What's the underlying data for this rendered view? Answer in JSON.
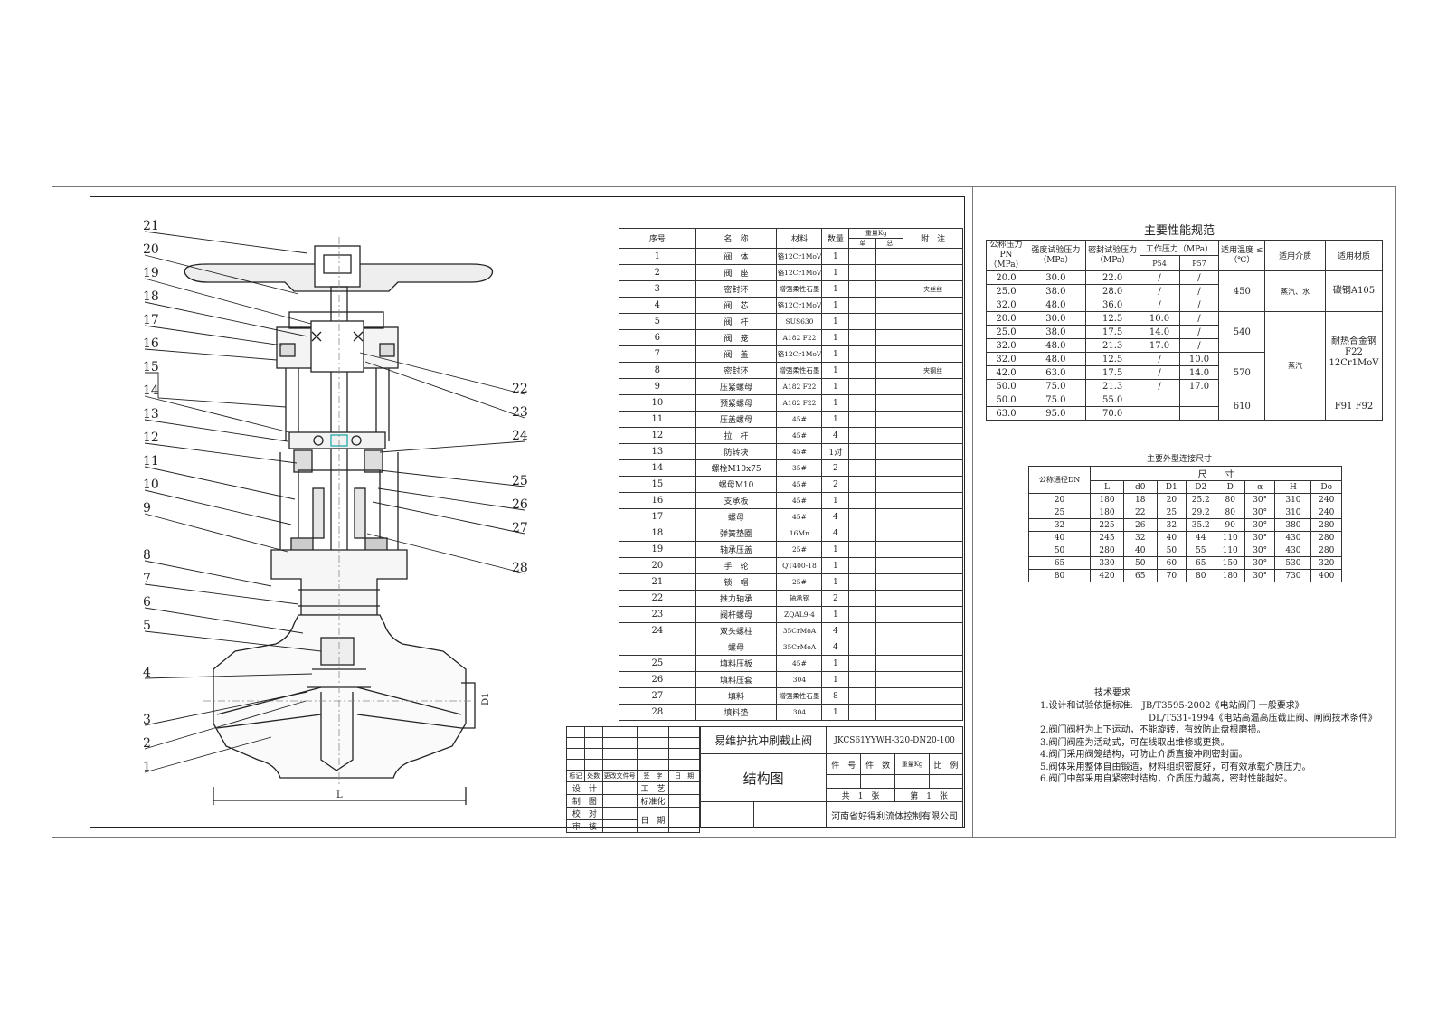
{
  "drawing": {
    "title": "结构图",
    "product_name": "易维护抗冲刷截止阀",
    "model": "JKCS61YYWH-320-DN20-100",
    "company": "河南省好得利流体控制有限公司",
    "dim_L": "L",
    "dim_D1": "D1",
    "callouts_left": [
      "21",
      "20",
      "19",
      "18",
      "17",
      "16",
      "15",
      "14",
      "13",
      "12",
      "11",
      "10",
      "9",
      "8",
      "7",
      "6",
      "5",
      "4",
      "3",
      "2",
      "1"
    ],
    "callouts_right": [
      "22",
      "23",
      "24",
      "25",
      "26",
      "27",
      "28"
    ]
  },
  "bom": {
    "headers": {
      "no": "序号",
      "name": "名　称",
      "material": "材料",
      "qty": "数量",
      "weight": "重量Kg",
      "single": "单",
      "total": "总",
      "note": "附　注"
    },
    "rows": [
      {
        "no": "1",
        "name": "阀　体",
        "material": "铬12Cr1MoV",
        "qty": "1",
        "note": ""
      },
      {
        "no": "2",
        "name": "阀　座",
        "material": "铬12Cr1MoV",
        "qty": "1",
        "note": ""
      },
      {
        "no": "3",
        "name": "密封环",
        "material": "增强柔性石墨",
        "qty": "1",
        "note": "夹丝丝"
      },
      {
        "no": "4",
        "name": "阀　芯",
        "material": "铬12Cr1MoV",
        "qty": "1",
        "note": ""
      },
      {
        "no": "5",
        "name": "阀　杆",
        "material": "SUS630",
        "qty": "1",
        "note": ""
      },
      {
        "no": "6",
        "name": "阀　笼",
        "material": "A182 F22",
        "qty": "1",
        "note": ""
      },
      {
        "no": "7",
        "name": "阀　盖",
        "material": "铬12Cr1MoV",
        "qty": "1",
        "note": ""
      },
      {
        "no": "8",
        "name": "密封环",
        "material": "增强柔性石墨",
        "qty": "1",
        "note": "夹钢丝"
      },
      {
        "no": "9",
        "name": "压紧螺母",
        "material": "A182 F22",
        "qty": "1",
        "note": ""
      },
      {
        "no": "10",
        "name": "预紧螺母",
        "material": "A182 F22",
        "qty": "1",
        "note": ""
      },
      {
        "no": "11",
        "name": "压盖螺母",
        "material": "45#",
        "qty": "1",
        "note": ""
      },
      {
        "no": "12",
        "name": "拉　杆",
        "material": "45#",
        "qty": "4",
        "note": ""
      },
      {
        "no": "13",
        "name": "防转块",
        "material": "45#",
        "qty": "1对",
        "note": ""
      },
      {
        "no": "14",
        "name": "螺栓M10x75",
        "material": "35#",
        "qty": "2",
        "note": ""
      },
      {
        "no": "15",
        "name": "螺母M10",
        "material": "45#",
        "qty": "2",
        "note": ""
      },
      {
        "no": "16",
        "name": "支承板",
        "material": "45#",
        "qty": "1",
        "note": ""
      },
      {
        "no": "17",
        "name": "螺母",
        "material": "45#",
        "qty": "4",
        "note": ""
      },
      {
        "no": "18",
        "name": "弹簧垫圈",
        "material": "16Mn",
        "qty": "4",
        "note": ""
      },
      {
        "no": "19",
        "name": "轴承压盖",
        "material": "25#",
        "qty": "1",
        "note": ""
      },
      {
        "no": "20",
        "name": "手　轮",
        "material": "QT400-18",
        "qty": "1",
        "note": ""
      },
      {
        "no": "21",
        "name": "锁　帽",
        "material": "25#",
        "qty": "1",
        "note": ""
      },
      {
        "no": "22",
        "name": "推力轴承",
        "material": "轴承钢",
        "qty": "2",
        "note": ""
      },
      {
        "no": "23",
        "name": "阀杆螺母",
        "material": "ZQAL9-4",
        "qty": "1",
        "note": ""
      },
      {
        "no": "24",
        "name": "双头螺柱",
        "material": "35CrMoA",
        "qty": "4",
        "note": ""
      },
      {
        "no": "",
        "name": "螺母",
        "material": "35CrMoA",
        "qty": "4",
        "note": ""
      },
      {
        "no": "25",
        "name": "填料压板",
        "material": "45#",
        "qty": "1",
        "note": ""
      },
      {
        "no": "26",
        "name": "填料压套",
        "material": "304",
        "qty": "1",
        "note": ""
      },
      {
        "no": "27",
        "name": "填料",
        "material": "增强柔性石墨",
        "qty": "8",
        "note": ""
      },
      {
        "no": "28",
        "name": "填料垫",
        "material": "304",
        "qty": "1",
        "note": ""
      }
    ]
  },
  "title_block": {
    "rev_headers": [
      "标记",
      "处数",
      "更改文件号",
      "签　字",
      "日　期"
    ],
    "roles": [
      "设　计",
      "制　图",
      "校　对",
      "审　核"
    ],
    "roles2": [
      "工　艺",
      "标准化",
      "日　期"
    ],
    "col_headers": [
      "件　号",
      "件　数",
      "重量Kg",
      "比　例"
    ],
    "sheets_total": "共　1　张",
    "sheet_no": "第　1　张"
  },
  "performance": {
    "title": "主要性能规范",
    "headers": {
      "pn": "公称压力 PN（MPa）",
      "strength": "强度试验压力（MPa）",
      "seal": "密封试验压力（MPa）",
      "work": "工作压力（MPa）",
      "p54": "P54",
      "p57": "P57",
      "temp": "适用温度 ≤（℃）",
      "medium": "适用介质",
      "material": "适用材质"
    },
    "rows": [
      [
        "20.0",
        "30.0",
        "22.0",
        "/",
        "/"
      ],
      [
        "25.0",
        "38.0",
        "28.0",
        "/",
        "/"
      ],
      [
        "32.0",
        "48.0",
        "36.0",
        "/",
        "/"
      ],
      [
        "20.0",
        "30.0",
        "12.5",
        "10.0",
        "/"
      ],
      [
        "25.0",
        "38.0",
        "17.5",
        "14.0",
        "/"
      ],
      [
        "32.0",
        "48.0",
        "21.3",
        "17.0",
        "/"
      ],
      [
        "32.0",
        "48.0",
        "12.5",
        "/",
        "10.0"
      ],
      [
        "42.0",
        "63.0",
        "17.5",
        "/",
        "14.0"
      ],
      [
        "50.0",
        "75.0",
        "21.3",
        "/",
        "17.0"
      ],
      [
        "50.0",
        "75.0",
        "55.0",
        "",
        ""
      ],
      [
        "63.0",
        "95.0",
        "70.0",
        "",
        ""
      ]
    ],
    "temps": [
      "450",
      "540",
      "570",
      "610"
    ],
    "media": [
      "蒸汽、水",
      "蒸汽"
    ],
    "materials": [
      "碳钢A105",
      "耐热合金钢 F22 12Cr1MoV",
      "F91 F92"
    ]
  },
  "dimensions": {
    "title": "主要外型连接尺寸",
    "dn_header": "公称通径DN",
    "size_header": "尺　　寸",
    "cols": [
      "L",
      "d0",
      "D1",
      "D2",
      "D",
      "α",
      "H",
      "Do"
    ],
    "rows": [
      [
        "20",
        "180",
        "18",
        "20",
        "25.2",
        "80",
        "30°",
        "310",
        "240"
      ],
      [
        "25",
        "180",
        "22",
        "25",
        "29.2",
        "80",
        "30°",
        "310",
        "240"
      ],
      [
        "32",
        "225",
        "26",
        "32",
        "35.2",
        "90",
        "30°",
        "380",
        "280"
      ],
      [
        "40",
        "245",
        "32",
        "40",
        "44",
        "110",
        "30°",
        "430",
        "280"
      ],
      [
        "50",
        "280",
        "40",
        "50",
        "55",
        "110",
        "30°",
        "430",
        "280"
      ],
      [
        "65",
        "330",
        "50",
        "60",
        "65",
        "150",
        "30°",
        "530",
        "320"
      ],
      [
        "80",
        "420",
        "65",
        "70",
        "80",
        "180",
        "30°",
        "730",
        "400"
      ]
    ]
  },
  "requirements": {
    "title": "技术要求",
    "lines": [
      "1.设计和试验依据标准:　JB/T3595-2002《电站阀门 一般要求》",
      "　　　　　　　　　　　　DL/T531-1994《电站高温高压截止阀、闸阀技术条件》",
      "2.阀门阀杆为上下运动，不能旋转，有效防止盘根磨损。",
      "3.阀门阀座为活动式，可在线取出维修或更换。",
      "4.阀门采用阀笼结构，可防止介质直接冲刷密封面。",
      "5.阀体采用整体自由锻造，材料组织密度好，可有效承载介质压力。",
      "6.阀门中部采用自紧密封结构，介质压力越高，密封性能越好。"
    ]
  }
}
